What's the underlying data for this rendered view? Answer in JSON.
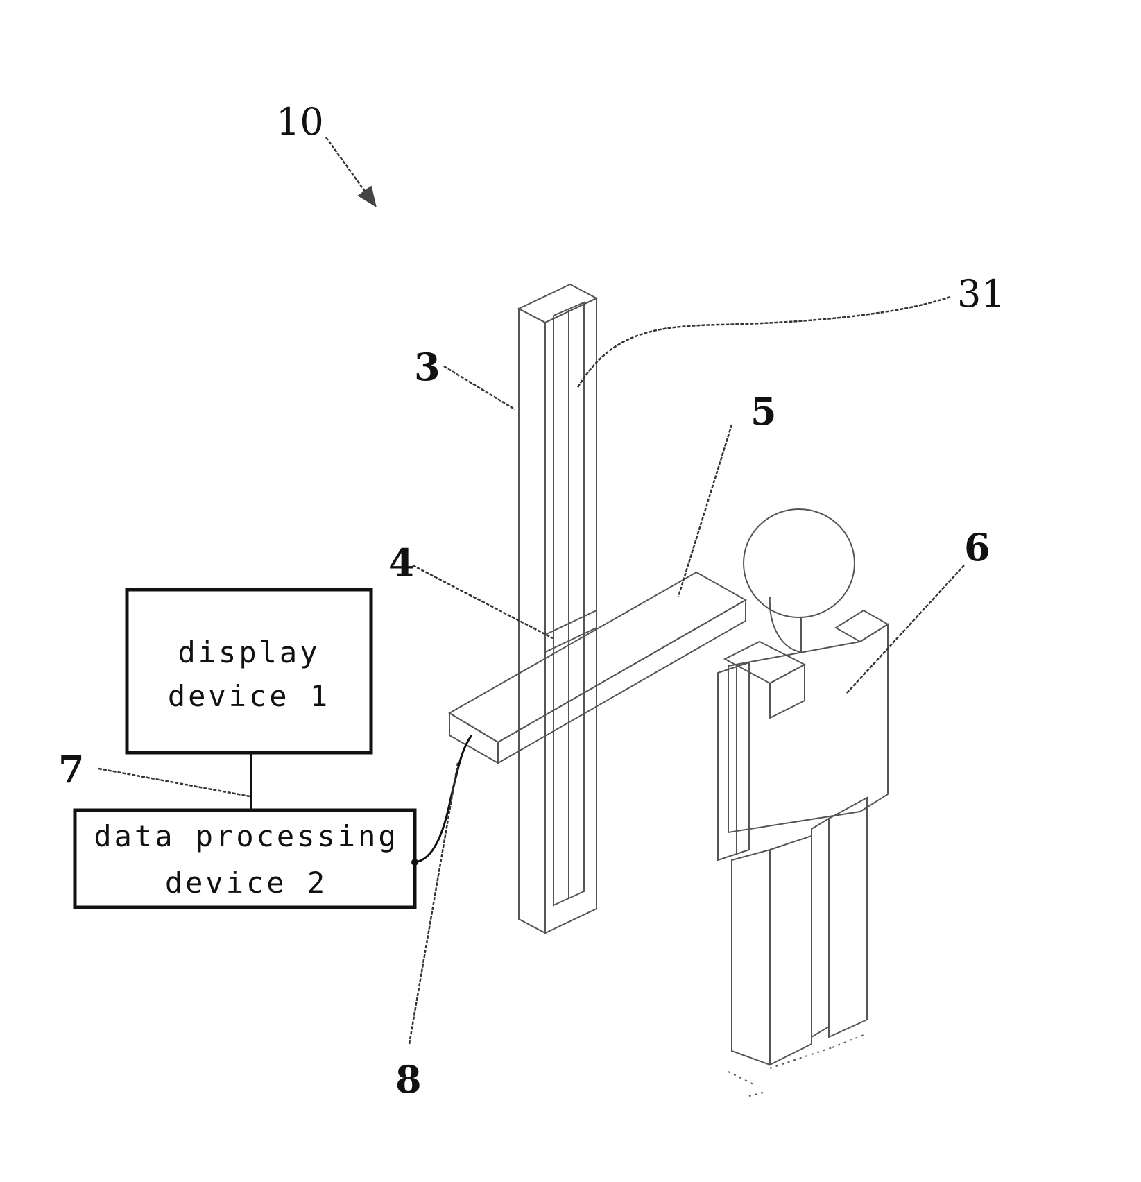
{
  "labels": {
    "system": "10",
    "column": "3",
    "groove": "31",
    "slider": "4",
    "arm": "5",
    "subject": "6",
    "wire_display": "7",
    "wire_processor": "8"
  },
  "boxes": {
    "display": {
      "line1": "display",
      "line2": "device 1"
    },
    "processor": {
      "line1": "data processing",
      "line2": "device 2"
    }
  }
}
